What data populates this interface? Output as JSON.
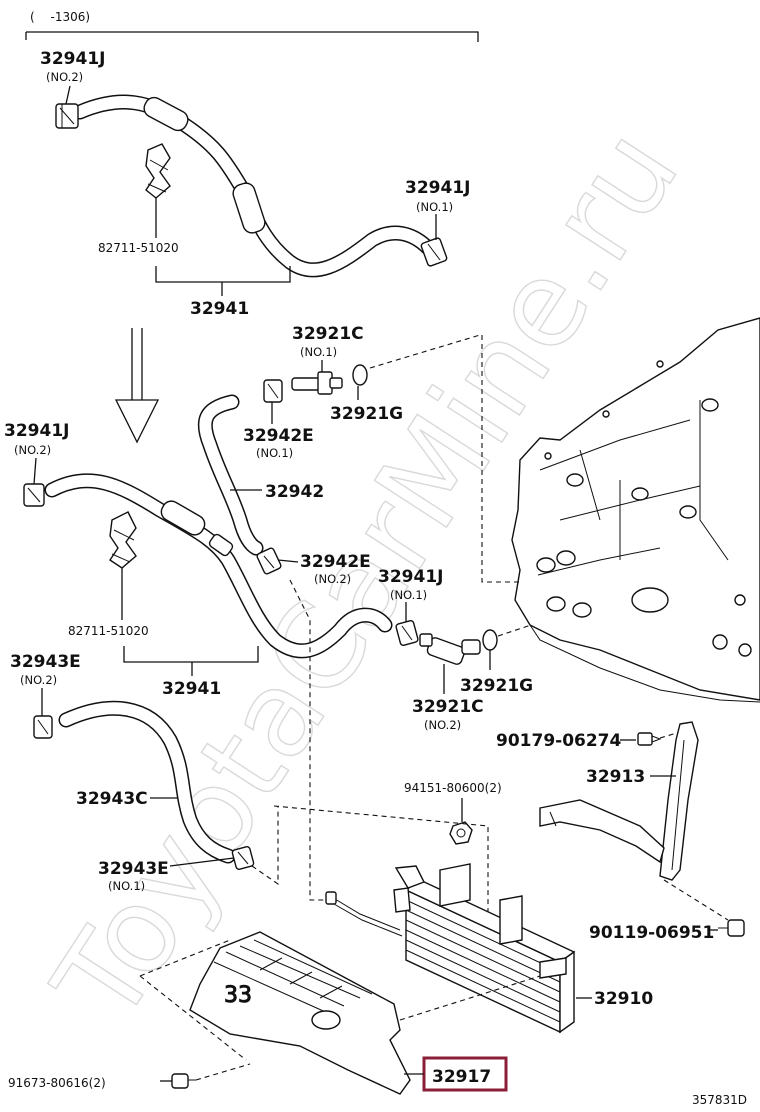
{
  "diagram": {
    "range_note": "(　 -1306)",
    "drawing_code": "357831D",
    "watermark": "ToyotaCarMine.ru",
    "highlight_color": "#8b1f3a",
    "callouts": {
      "c32941J_top": {
        "code": "32941J",
        "sub": "(NO.2)"
      },
      "c82711_top": {
        "code": "82711-51020"
      },
      "c32941J_no1_top": {
        "code": "32941J",
        "sub": "(NO.1)"
      },
      "c32941_top": {
        "code": "32941"
      },
      "c32921C_top": {
        "code": "32921C",
        "sub": "(NO.1)"
      },
      "c32921G_top": {
        "code": "32921G"
      },
      "c32941J_mid": {
        "code": "32941J",
        "sub": "(NO.2)"
      },
      "c32942E_no1": {
        "code": "32942E",
        "sub": "(NO.1)"
      },
      "c32942": {
        "code": "32942"
      },
      "c32942E_no2": {
        "code": "32942E",
        "sub": "(NO.2)"
      },
      "c32941J_no1_mid": {
        "code": "32941J",
        "sub": "(NO.1)"
      },
      "c82711_mid": {
        "code": "82711-51020"
      },
      "c32941_mid": {
        "code": "32941"
      },
      "c32943E_no2": {
        "code": "32943E",
        "sub": "(NO.2)"
      },
      "c32921G_mid": {
        "code": "32921G"
      },
      "c32921C_no2": {
        "code": "32921C",
        "sub": "(NO.2)"
      },
      "c90179": {
        "code": "90179-06274"
      },
      "c32913": {
        "code": "32913"
      },
      "c94151": {
        "code": "94151-80600(2)"
      },
      "c32943C": {
        "code": "32943C"
      },
      "c32943E_no1": {
        "code": "32943E",
        "sub": "(NO.1)"
      },
      "c90119": {
        "code": "90119-06951"
      },
      "c32910": {
        "code": "32910"
      },
      "c91673": {
        "code": "91673-80616(2)"
      },
      "c32917": {
        "code": "32917"
      }
    }
  }
}
